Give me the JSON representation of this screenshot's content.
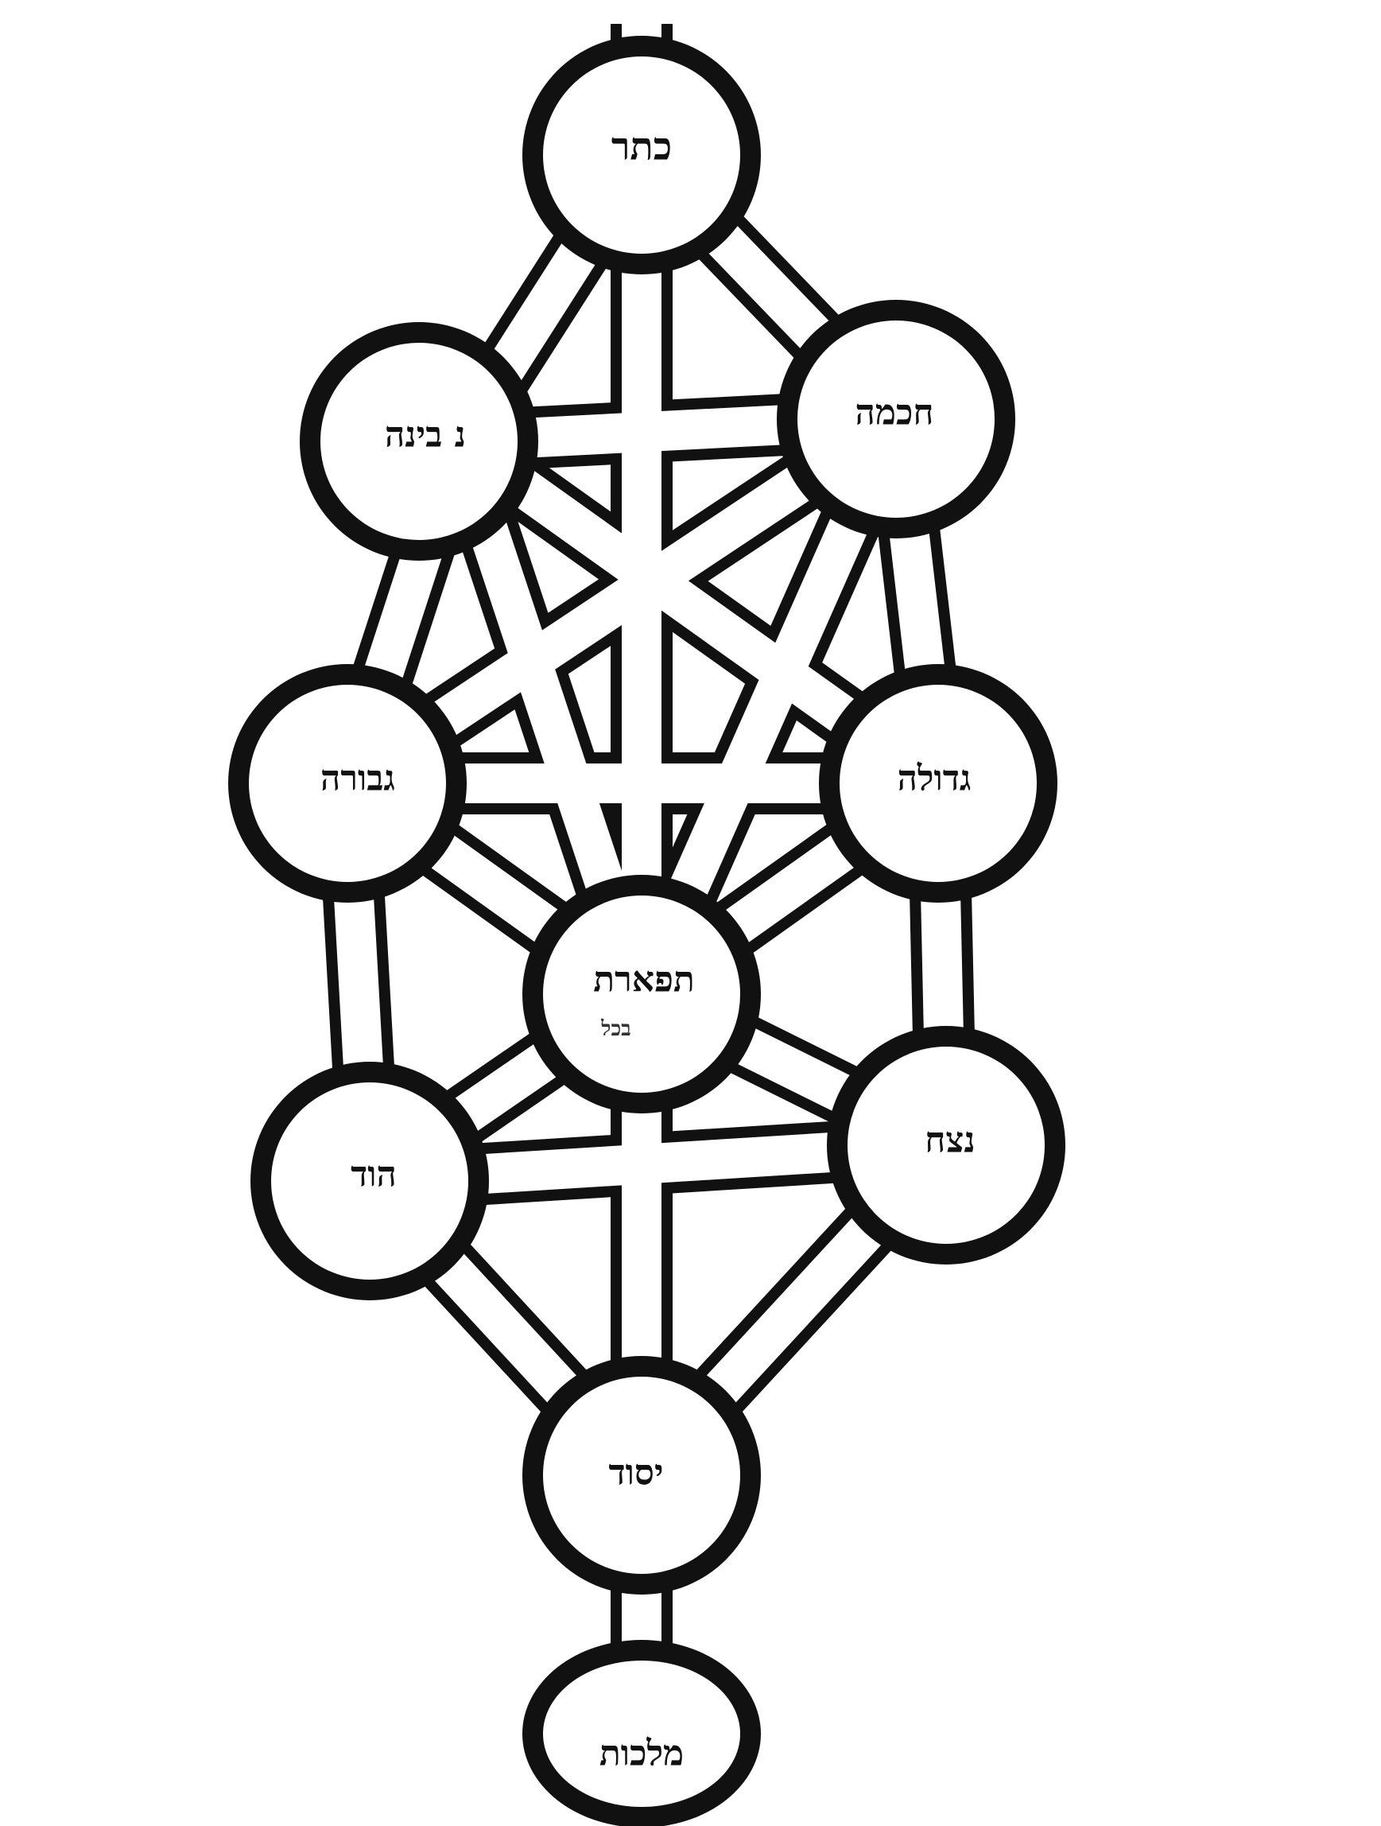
{
  "sefirot": [
    {
      "id": "keter",
      "label": "כתר"
    },
    {
      "id": "chokhmah",
      "label": "חכמה"
    },
    {
      "id": "binah",
      "label": "נ בינה"
    },
    {
      "id": "chesed",
      "label": "גדולה"
    },
    {
      "id": "gevurah",
      "label": "גבורה"
    },
    {
      "id": "tiferet",
      "label": "תפארת",
      "sublabel": "בכל"
    },
    {
      "id": "netzach",
      "label": "נצח"
    },
    {
      "id": "hod",
      "label": "הוד"
    },
    {
      "id": "yesod",
      "label": "יסוד"
    },
    {
      "id": "malkhut",
      "label": "מלכות"
    }
  ],
  "colors": {
    "ink": "#111111",
    "paper": "#ffffff"
  }
}
